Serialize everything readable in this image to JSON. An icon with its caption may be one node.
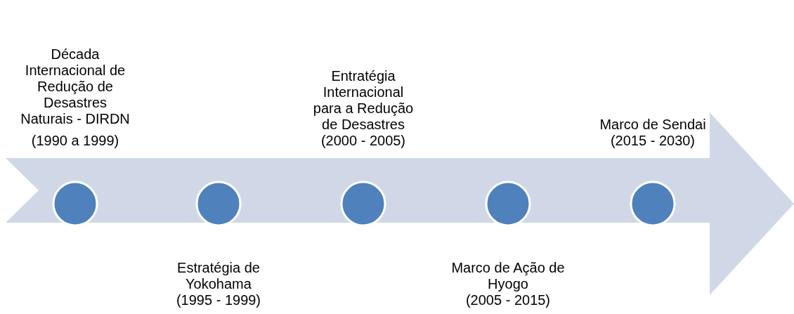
{
  "diagram": {
    "nodes": [
      {
        "text": [],
        "shape": "circle",
        "beside": [
          "Década Internacional de Redução de Desastres Naturais - DIRDN",
          "(1990 a 1999)"
        ]
      },
      {
        "text": [],
        "shape": "circle",
        "beside": [
          "Estratégia de Yokohama",
          "(1995 - 1999)"
        ]
      },
      {
        "text": [],
        "shape": "circle",
        "beside": [
          "Entratégia Internacional para a Redução de Desastres",
          "(2000 - 2005)"
        ]
      },
      {
        "text": [],
        "shape": "circle",
        "beside": [
          "Marco de Ação de Hyogo",
          "(2005 - 2015)"
        ]
      },
      {
        "text": [],
        "shape": "circle",
        "beside": [
          "Marco de Sendai",
          "(2015 - 2030)"
        ]
      }
    ]
  }
}
